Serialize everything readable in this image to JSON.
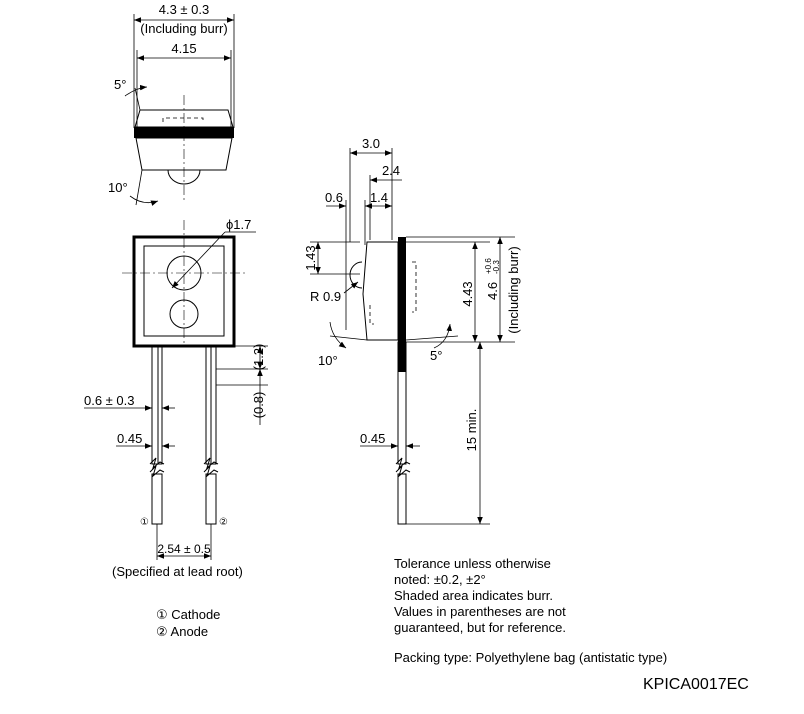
{
  "dims": {
    "width_incl_burr": "4.3 ± 0.3",
    "including_burr": "(Including burr)",
    "body_width": "4.15",
    "angle_top": "5°",
    "angle_bottom": "10°",
    "lens_dia": "ϕ1.7",
    "lead_width": "0.6 ± 0.3",
    "lead_thick_front": "0.45",
    "ref_12": "(1.2)",
    "ref_08": "(0.8)",
    "pitch": "2.54 ± 0.5",
    "side_30": "3.0",
    "side_24": "2.4",
    "side_06": "0.6",
    "side_14": "1.4",
    "side_143": "1.43",
    "side_r09": "R 0.9",
    "side_443": "4.43",
    "side_46": "4.6",
    "side_46_tol_plus": "+0.6",
    "side_46_tol_minus": "-0.3",
    "side_incl_burr": "(Including burr)",
    "side_10deg": "10°",
    "side_5deg": "5°",
    "side_045": "0.45",
    "lead_length": "15 min."
  },
  "pin_marks": {
    "pin1": "①",
    "pin2": "②"
  },
  "lead_root_note": "(Specified at lead root)",
  "legend": [
    "① Cathode",
    "② Anode"
  ],
  "notes": [
    "Tolerance unless otherwise",
    "noted: ±0.2, ±2°",
    "Shaded area indicates burr.",
    "Values in parentheses are not",
    "guaranteed, but for reference."
  ],
  "packing": "Packing type: Polyethylene bag (antistatic type)",
  "drawing_code": "KPICA0017EC"
}
